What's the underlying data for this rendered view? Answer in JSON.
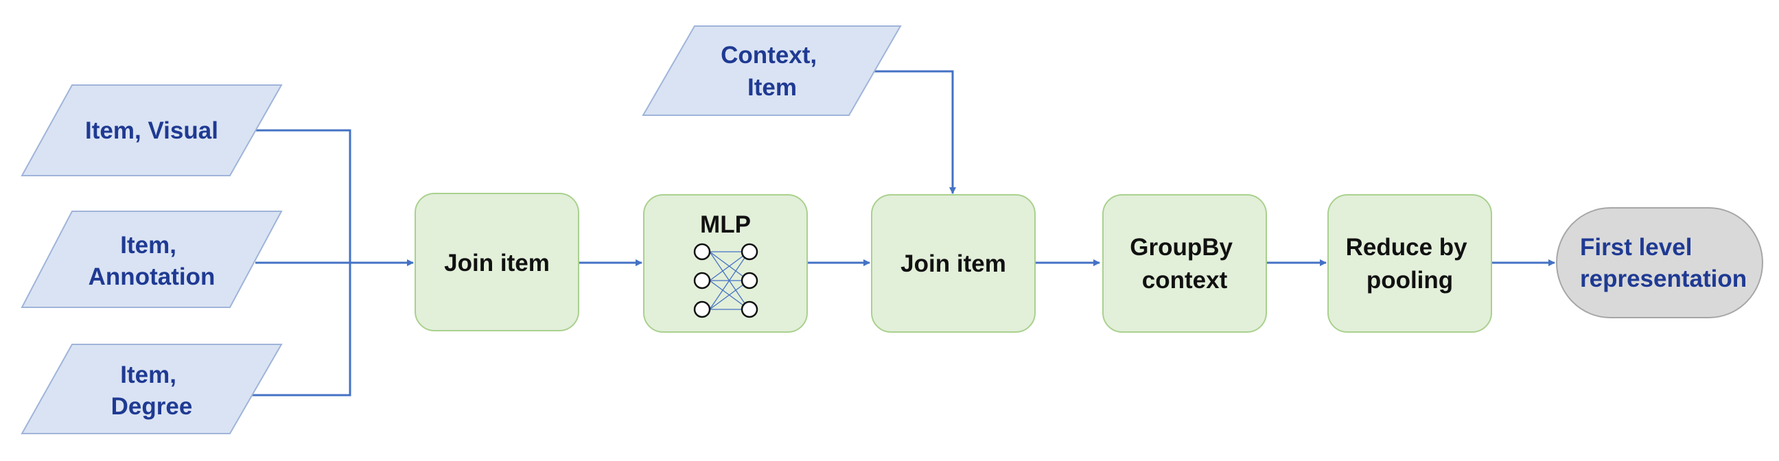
{
  "inputs": {
    "item_visual": [
      "Item, Visual"
    ],
    "item_annotation": [
      "Item,",
      "Annotation"
    ],
    "item_degree": [
      "Item,",
      "Degree"
    ],
    "context_item": [
      "Context,",
      "Item"
    ]
  },
  "steps": {
    "join_item_1": [
      "Join item"
    ],
    "mlp": [
      "MLP"
    ],
    "join_item_2": [
      "Join item"
    ],
    "groupby": [
      "GroupBy",
      "context"
    ],
    "reduce": [
      "Reduce by",
      "pooling"
    ]
  },
  "output": {
    "label": [
      "First level",
      "representation"
    ]
  },
  "colors": {
    "input_fill": "#dae3f3",
    "input_stroke": "#9fb4d9",
    "input_text": "#1f3a93",
    "step_fill": "#e2efd9",
    "step_stroke": "#a9d18e",
    "output_fill": "#d9d9d9",
    "output_stroke": "#a6a6a6",
    "arrow": "#4472c4"
  }
}
